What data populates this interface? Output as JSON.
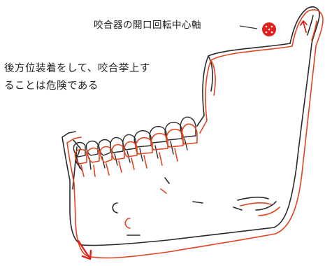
{
  "annotations": {
    "rotation_axis_label": "咬合器の開口回転中心軸",
    "warning_line_1": "後方位装着をして、咬合挙上す",
    "warning_line_2": "ることは危険である"
  },
  "colors": {
    "original_outline": "#2a2a2a",
    "displaced_outline": "#e0451f",
    "axis_marker": "#e0201c",
    "motion_arrow": "#e0201c"
  },
  "icons": {
    "axis_marker": "rotation-center-dot",
    "motion_arrow": "diagonal-arrow"
  }
}
